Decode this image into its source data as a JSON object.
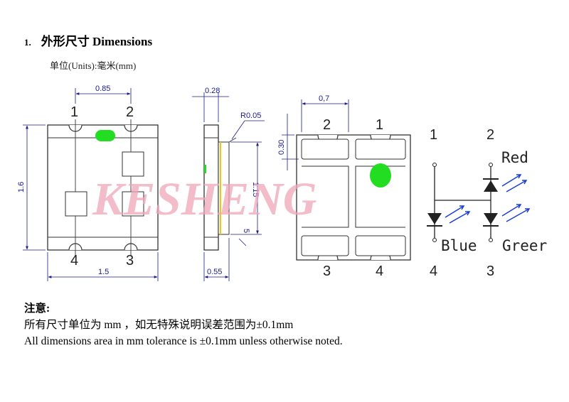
{
  "heading": {
    "number": "1.",
    "text": "外形尺寸 Dimensions"
  },
  "units": "单位(Units):毫米(mm)",
  "watermark": "KESHENG",
  "front_view": {
    "width_top": "0.85",
    "height_left": "1.6",
    "width_bottom": "1.5",
    "pins_top": [
      "1",
      "2"
    ],
    "pins_bottom": [
      "4",
      "3"
    ]
  },
  "side_view": {
    "top_dim": "0.28",
    "radius": "R0.05",
    "height": "1.15",
    "small": "5",
    "bottom_dim": "0.55"
  },
  "back_view": {
    "top_dim": "0,7",
    "side_dim": "0.30",
    "pins_top": [
      "2",
      "1"
    ],
    "pins_bottom": [
      "3",
      "4"
    ]
  },
  "schematic": {
    "pins_top": [
      "1",
      "2"
    ],
    "pins_bottom": [
      "4",
      "3"
    ],
    "labels": {
      "red": "Red",
      "blue": "Blue",
      "green": "Greer"
    }
  },
  "colors": {
    "dot_green": "#22dd22",
    "dim_line": "#1a1a8a",
    "led": "#1a3fd6",
    "watermark": "#f0a6b8"
  },
  "notes": {
    "title": "注意:",
    "line1": "所有尺寸单位为 mm ，如无特殊说明误差范围为±0.1mm",
    "line2": "All dimensions area in mm tolerance is ±0.1mm unless otherwise noted."
  }
}
